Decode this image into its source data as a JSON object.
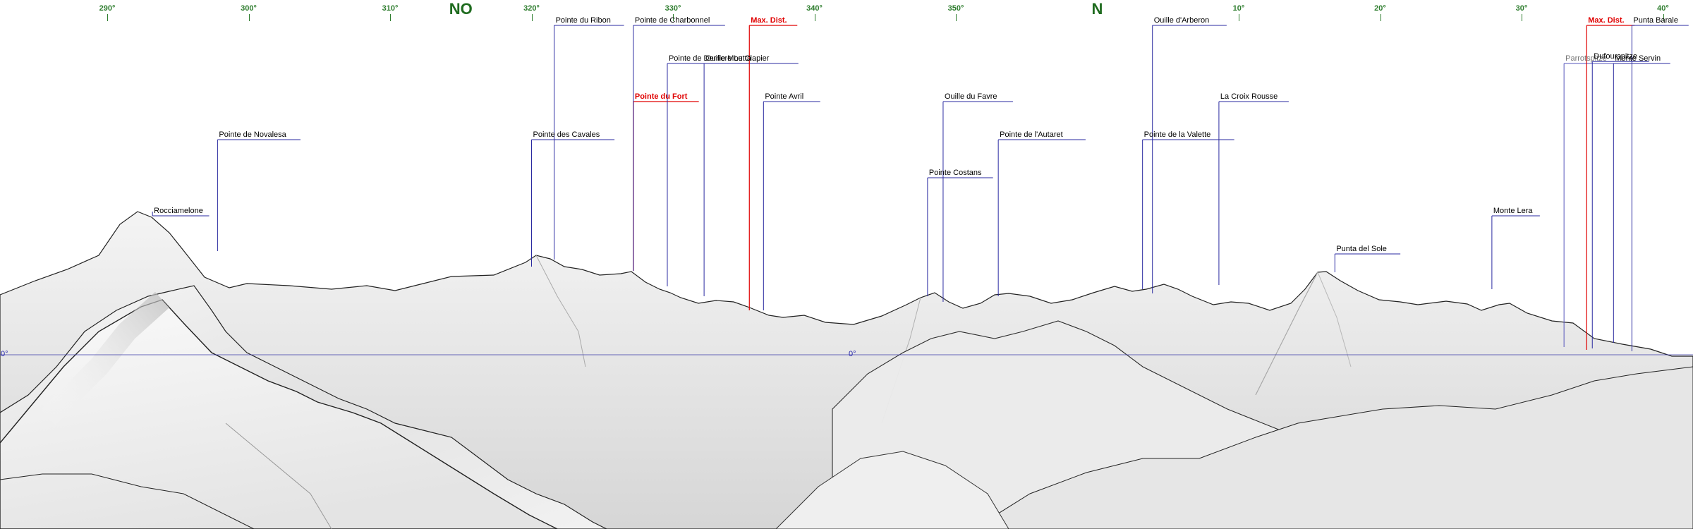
{
  "compass": {
    "ticks": [
      {
        "label": "290°",
        "deg": 290
      },
      {
        "label": "300°",
        "deg": 300
      },
      {
        "label": "310°",
        "deg": 310
      },
      {
        "label": "320°",
        "deg": 320
      },
      {
        "label": "330°",
        "deg": 330
      },
      {
        "label": "340°",
        "deg": 340
      },
      {
        "label": "350°",
        "deg": 350
      },
      {
        "label": "10°",
        "deg": 370
      },
      {
        "label": "20°",
        "deg": 380
      },
      {
        "label": "30°",
        "deg": 390
      },
      {
        "label": "40°",
        "deg": 400
      }
    ],
    "cardinals": [
      {
        "label": "NO",
        "deg": 315
      },
      {
        "label": "N",
        "deg": 360
      }
    ]
  },
  "horizon": {
    "label": "0°"
  },
  "peaks": [
    {
      "name": "Rocciamelone",
      "deg": 293.2,
      "level": 6,
      "style": "normal"
    },
    {
      "name": "Pointe de Novalesa",
      "deg": 297.8,
      "level": 4,
      "style": "normal"
    },
    {
      "name": "Pointe des Cavales",
      "deg": 320.0,
      "level": 4,
      "style": "normal"
    },
    {
      "name": "Pointe du Ribon",
      "deg": 321.6,
      "level": 1,
      "style": "normal"
    },
    {
      "name": "Pointe du Fort",
      "deg": 327.2,
      "level": 3,
      "style": "red"
    },
    {
      "name": "Pointe de Charbonnel",
      "deg": 327.2,
      "level": 1,
      "style": "normal"
    },
    {
      "name": "Pointe de Derriere Le Clapier",
      "deg": 329.6,
      "level": 2,
      "style": "normal"
    },
    {
      "name": "Ouille Moutta",
      "deg": 332.2,
      "level": 2,
      "style": "normal"
    },
    {
      "name": "Max. Dist.",
      "deg": 335.4,
      "level": 1,
      "style": "red"
    },
    {
      "name": "Pointe Avril",
      "deg": 336.4,
      "level": 3,
      "style": "normal"
    },
    {
      "name": "Pointe Costans",
      "deg": 348.0,
      "level": 5,
      "style": "normal"
    },
    {
      "name": "Ouille du Favre",
      "deg": 349.1,
      "level": 3,
      "style": "normal"
    },
    {
      "name": "Pointe de l'Autaret",
      "deg": 353.0,
      "level": 4,
      "style": "normal"
    },
    {
      "name": "Pointe de la Valette",
      "deg": 363.2,
      "level": 4,
      "style": "normal"
    },
    {
      "name": "Ouille d'Arberon",
      "deg": 363.9,
      "level": 1,
      "style": "normal"
    },
    {
      "name": "La Croix Rousse",
      "deg": 368.6,
      "level": 3,
      "style": "normal"
    },
    {
      "name": "Punta del Sole",
      "deg": 376.8,
      "level": 7,
      "style": "normal"
    },
    {
      "name": "Monte Lera",
      "deg": 387.9,
      "level": 6,
      "style": "normal"
    },
    {
      "name": "Parrotspitze",
      "deg": 393.0,
      "level": 2,
      "style": "grey"
    },
    {
      "name": "Max. Dist.",
      "deg": 394.6,
      "level": 1,
      "style": "red"
    },
    {
      "name": "Dufourspitze",
      "deg": 395.0,
      "level": 1.95,
      "style": "normal"
    },
    {
      "name": "Monte Servin",
      "deg": 396.5,
      "level": 2,
      "style": "normal"
    },
    {
      "name": "Punta Barale",
      "deg": 397.8,
      "level": 1,
      "style": "normal"
    }
  ]
}
